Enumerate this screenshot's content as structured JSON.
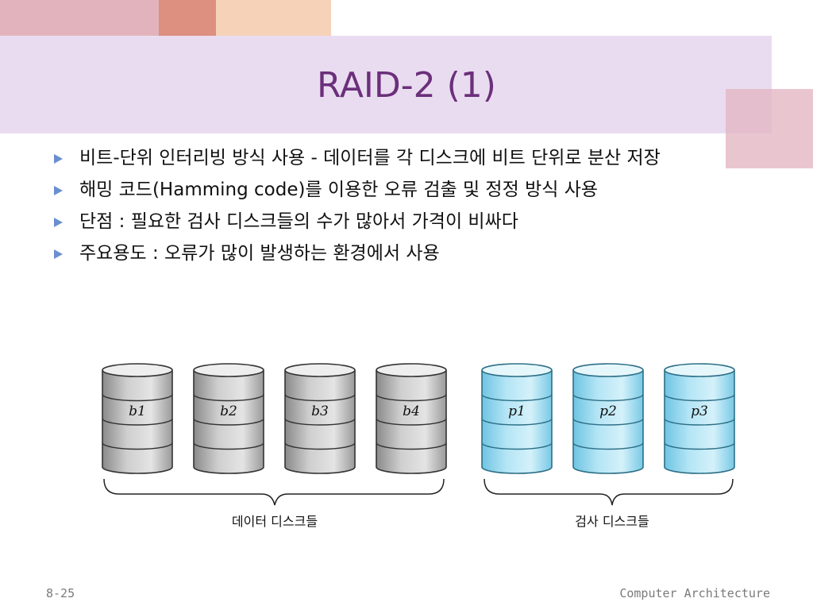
{
  "slide": {
    "title": "RAID-2 (1)",
    "bullets": [
      "비트-단위 인터리빙 방식 사용 - 데이터를 각 디스크에 비트 단위로 분산 저장",
      "해밍 코드(Hamming code)를 이용한 오류 검출 및 정정 방식 사용",
      "단점 : 필요한 검사 디스크들의 수가 많아서 가격이 비싸다",
      "주요용도 : 오류가 많이 발생하는 환경에서 사용"
    ]
  },
  "diagram": {
    "data_disks": [
      "b1",
      "b2",
      "b3",
      "b4"
    ],
    "check_disks": [
      "p1",
      "p2",
      "p3"
    ],
    "data_group_label": "데이터 디스크들",
    "check_group_label": "검사 디스크들",
    "colors": {
      "data_disk": "#c4c4c4",
      "check_disk": "#a9dff0"
    }
  },
  "footer": {
    "page_number": "8-25",
    "course": "Computer Architecture"
  }
}
